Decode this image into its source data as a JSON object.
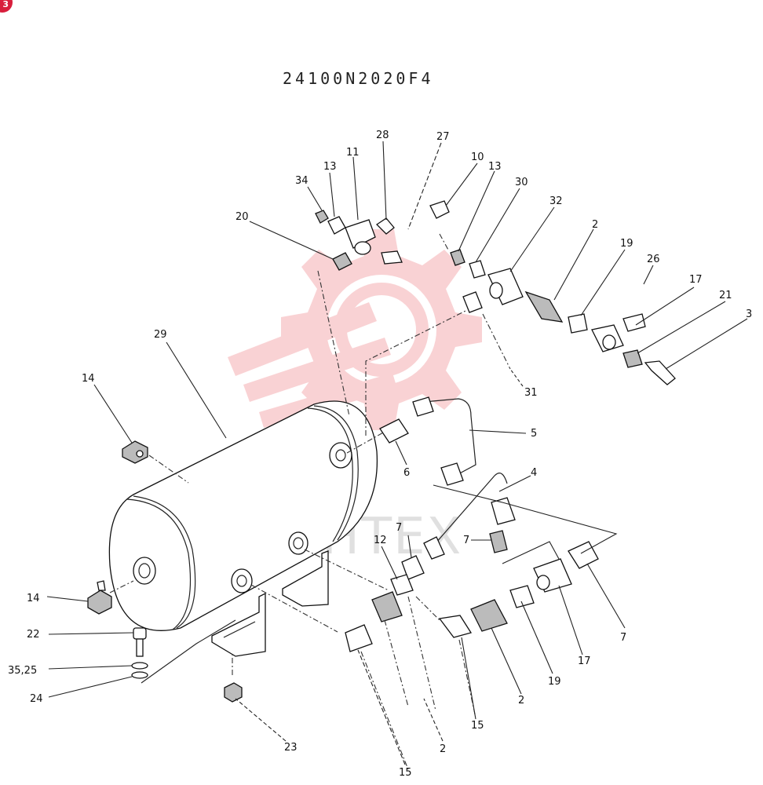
{
  "drawing": {
    "part_number": "24100N2020F4",
    "badge": "3",
    "watermark_text": "ИНТЕХ"
  },
  "callouts": [
    {
      "id": "c-34",
      "label": "34"
    },
    {
      "id": "c-13a",
      "label": "13"
    },
    {
      "id": "c-11",
      "label": "11"
    },
    {
      "id": "c-28",
      "label": "28"
    },
    {
      "id": "c-27",
      "label": "27"
    },
    {
      "id": "c-10",
      "label": "10"
    },
    {
      "id": "c-13b",
      "label": "13"
    },
    {
      "id": "c-30",
      "label": "30"
    },
    {
      "id": "c-32",
      "label": "32"
    },
    {
      "id": "c-2a",
      "label": "2"
    },
    {
      "id": "c-19a",
      "label": "19"
    },
    {
      "id": "c-26",
      "label": "26"
    },
    {
      "id": "c-17a",
      "label": "17"
    },
    {
      "id": "c-21",
      "label": "21"
    },
    {
      "id": "c-3",
      "label": "3"
    },
    {
      "id": "c-20",
      "label": "20"
    },
    {
      "id": "c-29",
      "label": "29"
    },
    {
      "id": "c-14a",
      "label": "14"
    },
    {
      "id": "c-31",
      "label": "31"
    },
    {
      "id": "c-5",
      "label": "5"
    },
    {
      "id": "c-6",
      "label": "6"
    },
    {
      "id": "c-4",
      "label": "4"
    },
    {
      "id": "c-7a",
      "label": "7"
    },
    {
      "id": "c-12",
      "label": "12"
    },
    {
      "id": "c-7b",
      "label": "7"
    },
    {
      "id": "c-7c",
      "label": "7"
    },
    {
      "id": "c-14b",
      "label": "14"
    },
    {
      "id": "c-22",
      "label": "22"
    },
    {
      "id": "c-3525",
      "label": "35,25"
    },
    {
      "id": "c-24",
      "label": "24"
    },
    {
      "id": "c-17b",
      "label": "17"
    },
    {
      "id": "c-19b",
      "label": "19"
    },
    {
      "id": "c-2b",
      "label": "2"
    },
    {
      "id": "c-15a",
      "label": "15"
    },
    {
      "id": "c-2c",
      "label": "2"
    },
    {
      "id": "c-23",
      "label": "23"
    },
    {
      "id": "c-15b",
      "label": "15"
    }
  ],
  "colors": {
    "ink": "#111111",
    "watermark_red": "#e8393f",
    "badge": "#d81e3c"
  }
}
